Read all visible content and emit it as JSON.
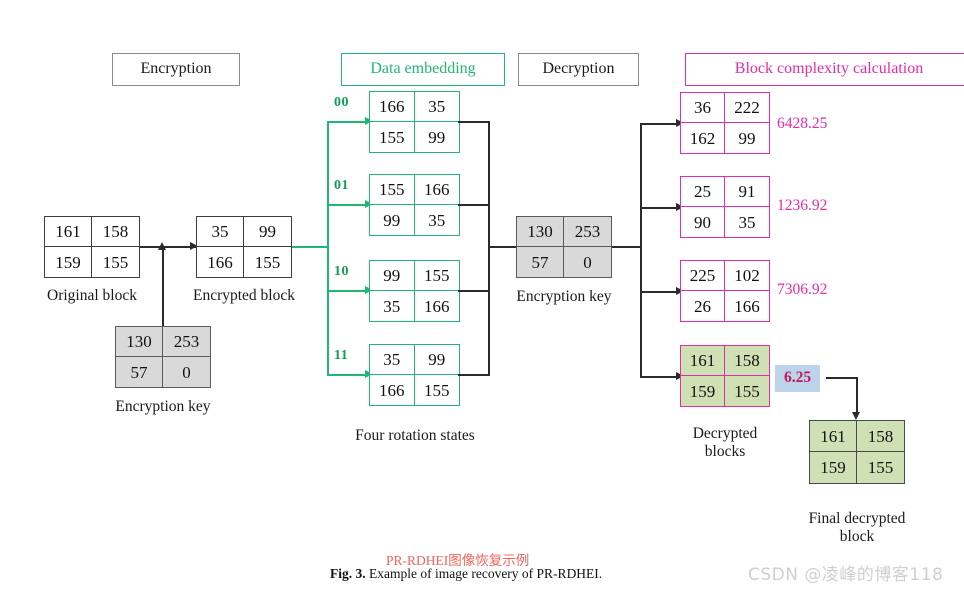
{
  "figure": {
    "chinese_title": "PR-RDHEI图像恢复示例",
    "caption_prefix": "Fig. 3.",
    "caption_text": "Example of image recovery of PR-RDHEI.",
    "watermark": "CSDN @凌峰的博客118"
  },
  "colors": {
    "green": "#22b573",
    "magenta": "#e42ba8",
    "grey_fill": "#d9d9d9",
    "green_fill": "#cfe0b4",
    "highlight_blue": "#bcd3ea",
    "caption_red": "#f4645a",
    "dark": "#2b2b2b"
  },
  "phases": [
    {
      "id": "encryption",
      "label": "Encryption",
      "style": "dark"
    },
    {
      "id": "data-embedding",
      "label": "Data embedding",
      "style": "green"
    },
    {
      "id": "decryption",
      "label": "Decryption",
      "style": "dark"
    },
    {
      "id": "block-complexity",
      "label": "Block complexity calculation",
      "style": "magenta"
    }
  ],
  "blocks": {
    "original": {
      "caption": "Original block",
      "cells": [
        "161",
        "158",
        "159",
        "155"
      ]
    },
    "encrypted": {
      "caption": "Encrypted block",
      "cells": [
        "35",
        "99",
        "166",
        "155"
      ]
    },
    "encryption_key_left": {
      "caption": "Encryption key",
      "cells": [
        "130",
        "253",
        "57",
        "0"
      ]
    },
    "encryption_key_right": {
      "caption": "Encryption key",
      "cells": [
        "130",
        "253",
        "57",
        "0"
      ]
    },
    "final_decrypted": {
      "caption_line1": "Final decrypted",
      "caption_line2": "block",
      "cells": [
        "161",
        "158",
        "159",
        "155"
      ]
    }
  },
  "rotation_states": {
    "caption": "Four rotation states",
    "items": [
      {
        "tag": "00",
        "cells": [
          "166",
          "35",
          "155",
          "99"
        ]
      },
      {
        "tag": "01",
        "cells": [
          "155",
          "166",
          "99",
          "35"
        ]
      },
      {
        "tag": "10",
        "cells": [
          "99",
          "155",
          "35",
          "166"
        ]
      },
      {
        "tag": "11",
        "cells": [
          "35",
          "99",
          "166",
          "155"
        ]
      }
    ]
  },
  "decrypted_blocks": {
    "caption_line1": "Decrypted",
    "caption_line2": "blocks",
    "items": [
      {
        "cells": [
          "36",
          "222",
          "162",
          "99"
        ],
        "complexity": "6428.25",
        "selected": false
      },
      {
        "cells": [
          "25",
          "91",
          "90",
          "35"
        ],
        "complexity": "1236.92",
        "selected": false
      },
      {
        "cells": [
          "225",
          "102",
          "26",
          "166"
        ],
        "complexity": "7306.92",
        "selected": false
      },
      {
        "cells": [
          "161",
          "158",
          "159",
          "155"
        ],
        "complexity": "6.25",
        "selected": true
      }
    ]
  }
}
